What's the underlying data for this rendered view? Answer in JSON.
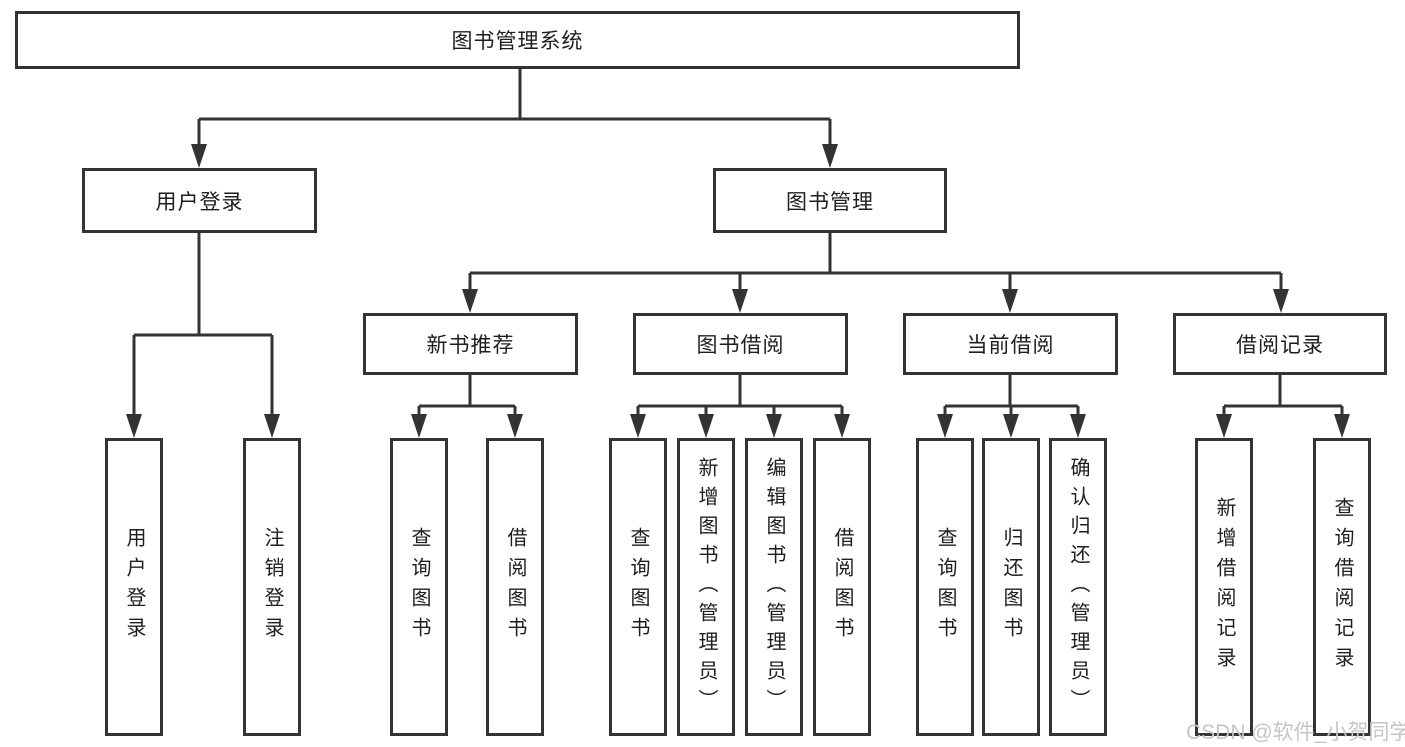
{
  "diagram": {
    "title": "图书管理系统",
    "root": {
      "label": "图书管理系统"
    },
    "branches": [
      {
        "label": "用户登录",
        "children": [
          {
            "label": "用户登录"
          },
          {
            "label": "注销登录"
          }
        ]
      },
      {
        "label": "图书管理",
        "children": [
          {
            "label": "新书推荐",
            "children": [
              {
                "label": "查询图书"
              },
              {
                "label": "借阅图书"
              }
            ]
          },
          {
            "label": "图书借阅",
            "children": [
              {
                "label": "查询图书"
              },
              {
                "label": "新增图书（管理员）"
              },
              {
                "label": "编辑图书（管理员）"
              },
              {
                "label": "借阅图书"
              }
            ]
          },
          {
            "label": "当前借阅",
            "children": [
              {
                "label": "查询图书"
              },
              {
                "label": "归还图书"
              },
              {
                "label": "确认归还（管理员）"
              }
            ]
          },
          {
            "label": "借阅记录",
            "children": [
              {
                "label": "新增借阅记录"
              },
              {
                "label": "查询借阅记录"
              }
            ]
          }
        ]
      }
    ]
  },
  "watermark": {
    "text": "CSDN @软件_小贺同学",
    "color": "#c6c6c6"
  },
  "colors": {
    "line": "#333333",
    "text": "#1e1e1e",
    "background": "#ffffff"
  }
}
